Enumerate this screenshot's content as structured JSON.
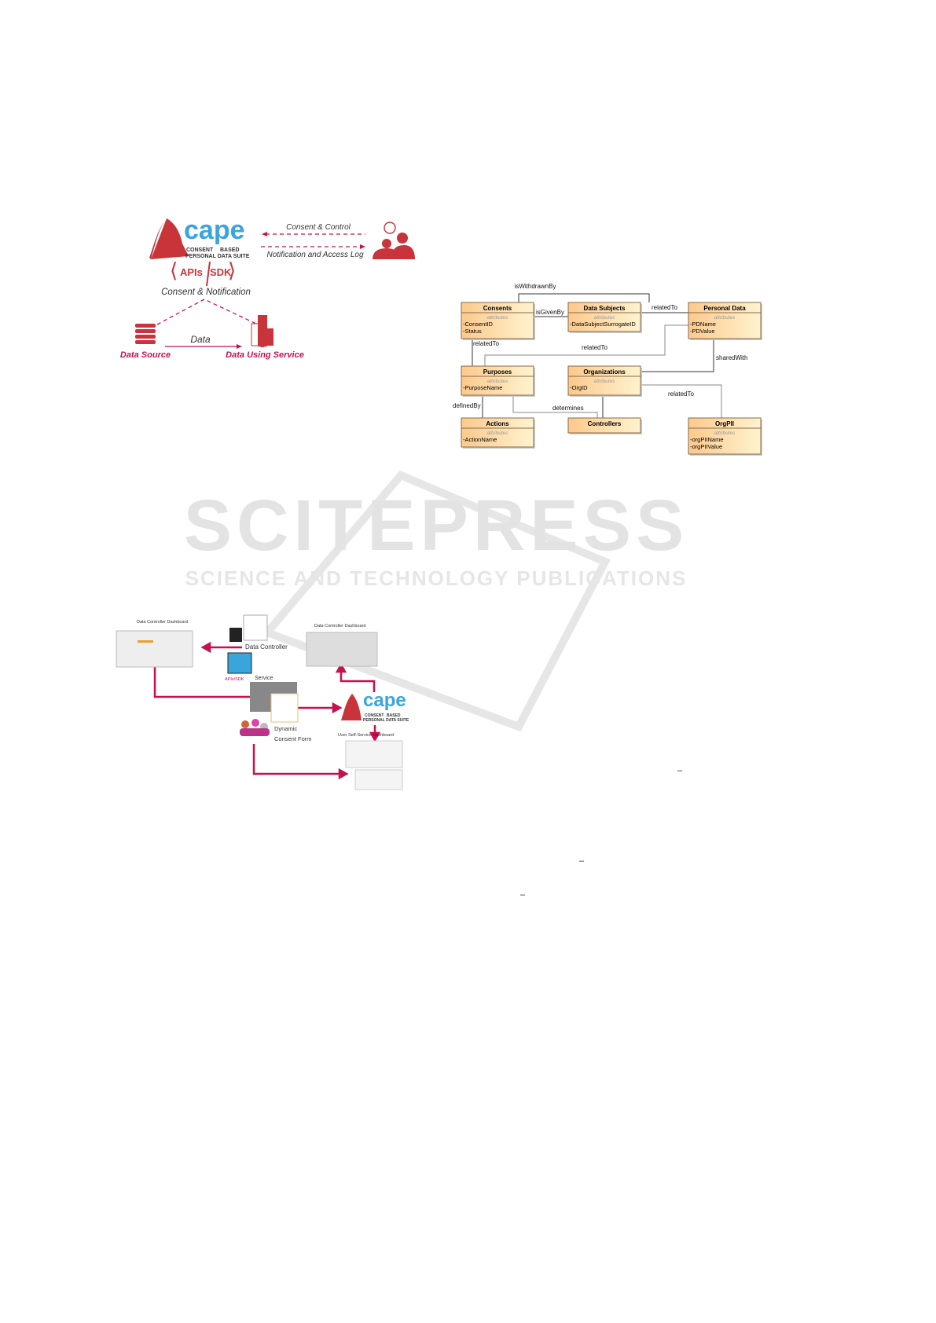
{
  "watermark": {
    "title": "SCITEPRESS",
    "subtitle": "SCIENCE AND TECHNOLOGY PUBLICATIONS"
  },
  "figure_cape": {
    "logo": {
      "name": "cape",
      "line1a": "CONSENT",
      "line1b": "BASED",
      "line2": "PERSONAL DATA SUITE"
    },
    "consent_control": "Consent & Control",
    "notification_log": "Notification and Access Log",
    "apis": "APIs",
    "sdk": "SDK",
    "consent_notification": "Consent & Notification",
    "data": "Data",
    "data_source": "Data Source",
    "data_using_service": "Data Using Service"
  },
  "figure_uml": {
    "attributes_label": "attributes",
    "classes": [
      {
        "name": "Consents",
        "attrs": [
          "-ConsentID",
          "-Status"
        ]
      },
      {
        "name": "Data Subjects",
        "attrs": [
          "-DataSubjectSurrogateID"
        ]
      },
      {
        "name": "Personal Data",
        "attrs": [
          "-PDName",
          "-PDValue"
        ]
      },
      {
        "name": "Purposes",
        "attrs": [
          "-PurposeName"
        ]
      },
      {
        "name": "Organizations",
        "attrs": [
          "-OrgID"
        ]
      },
      {
        "name": "Actions",
        "attrs": [
          "-ActionName"
        ]
      },
      {
        "name": "Controllers",
        "attrs": []
      },
      {
        "name": "OrgPII",
        "attrs": [
          "-orgPIIName",
          "-orgPIIValue"
        ]
      }
    ],
    "relations": [
      "isWithdrawnBy",
      "isGivenBy",
      "relatedTo",
      "relatedTo",
      "relatedTo",
      "sharedWith",
      "relatedTo",
      "definedBy",
      "determines"
    ]
  },
  "figure_flow": {
    "dcd_left": "Data Controller Dashboard",
    "dcd_right": "Data Controller Dashboard",
    "data_controller": "Data Controller",
    "service": "Service",
    "apis_sdk": "APIs/SDK",
    "dynamic": "Dynamic",
    "consent_form": "Consent Form",
    "user_dashboard": "User Self-Service Dashboard",
    "logo": {
      "name": "cape",
      "line1a": "CONSENT",
      "line1b": "BASED",
      "line2": "PERSONAL DATA SUITE"
    }
  },
  "dashes": [
    "–",
    "–",
    "–"
  ]
}
